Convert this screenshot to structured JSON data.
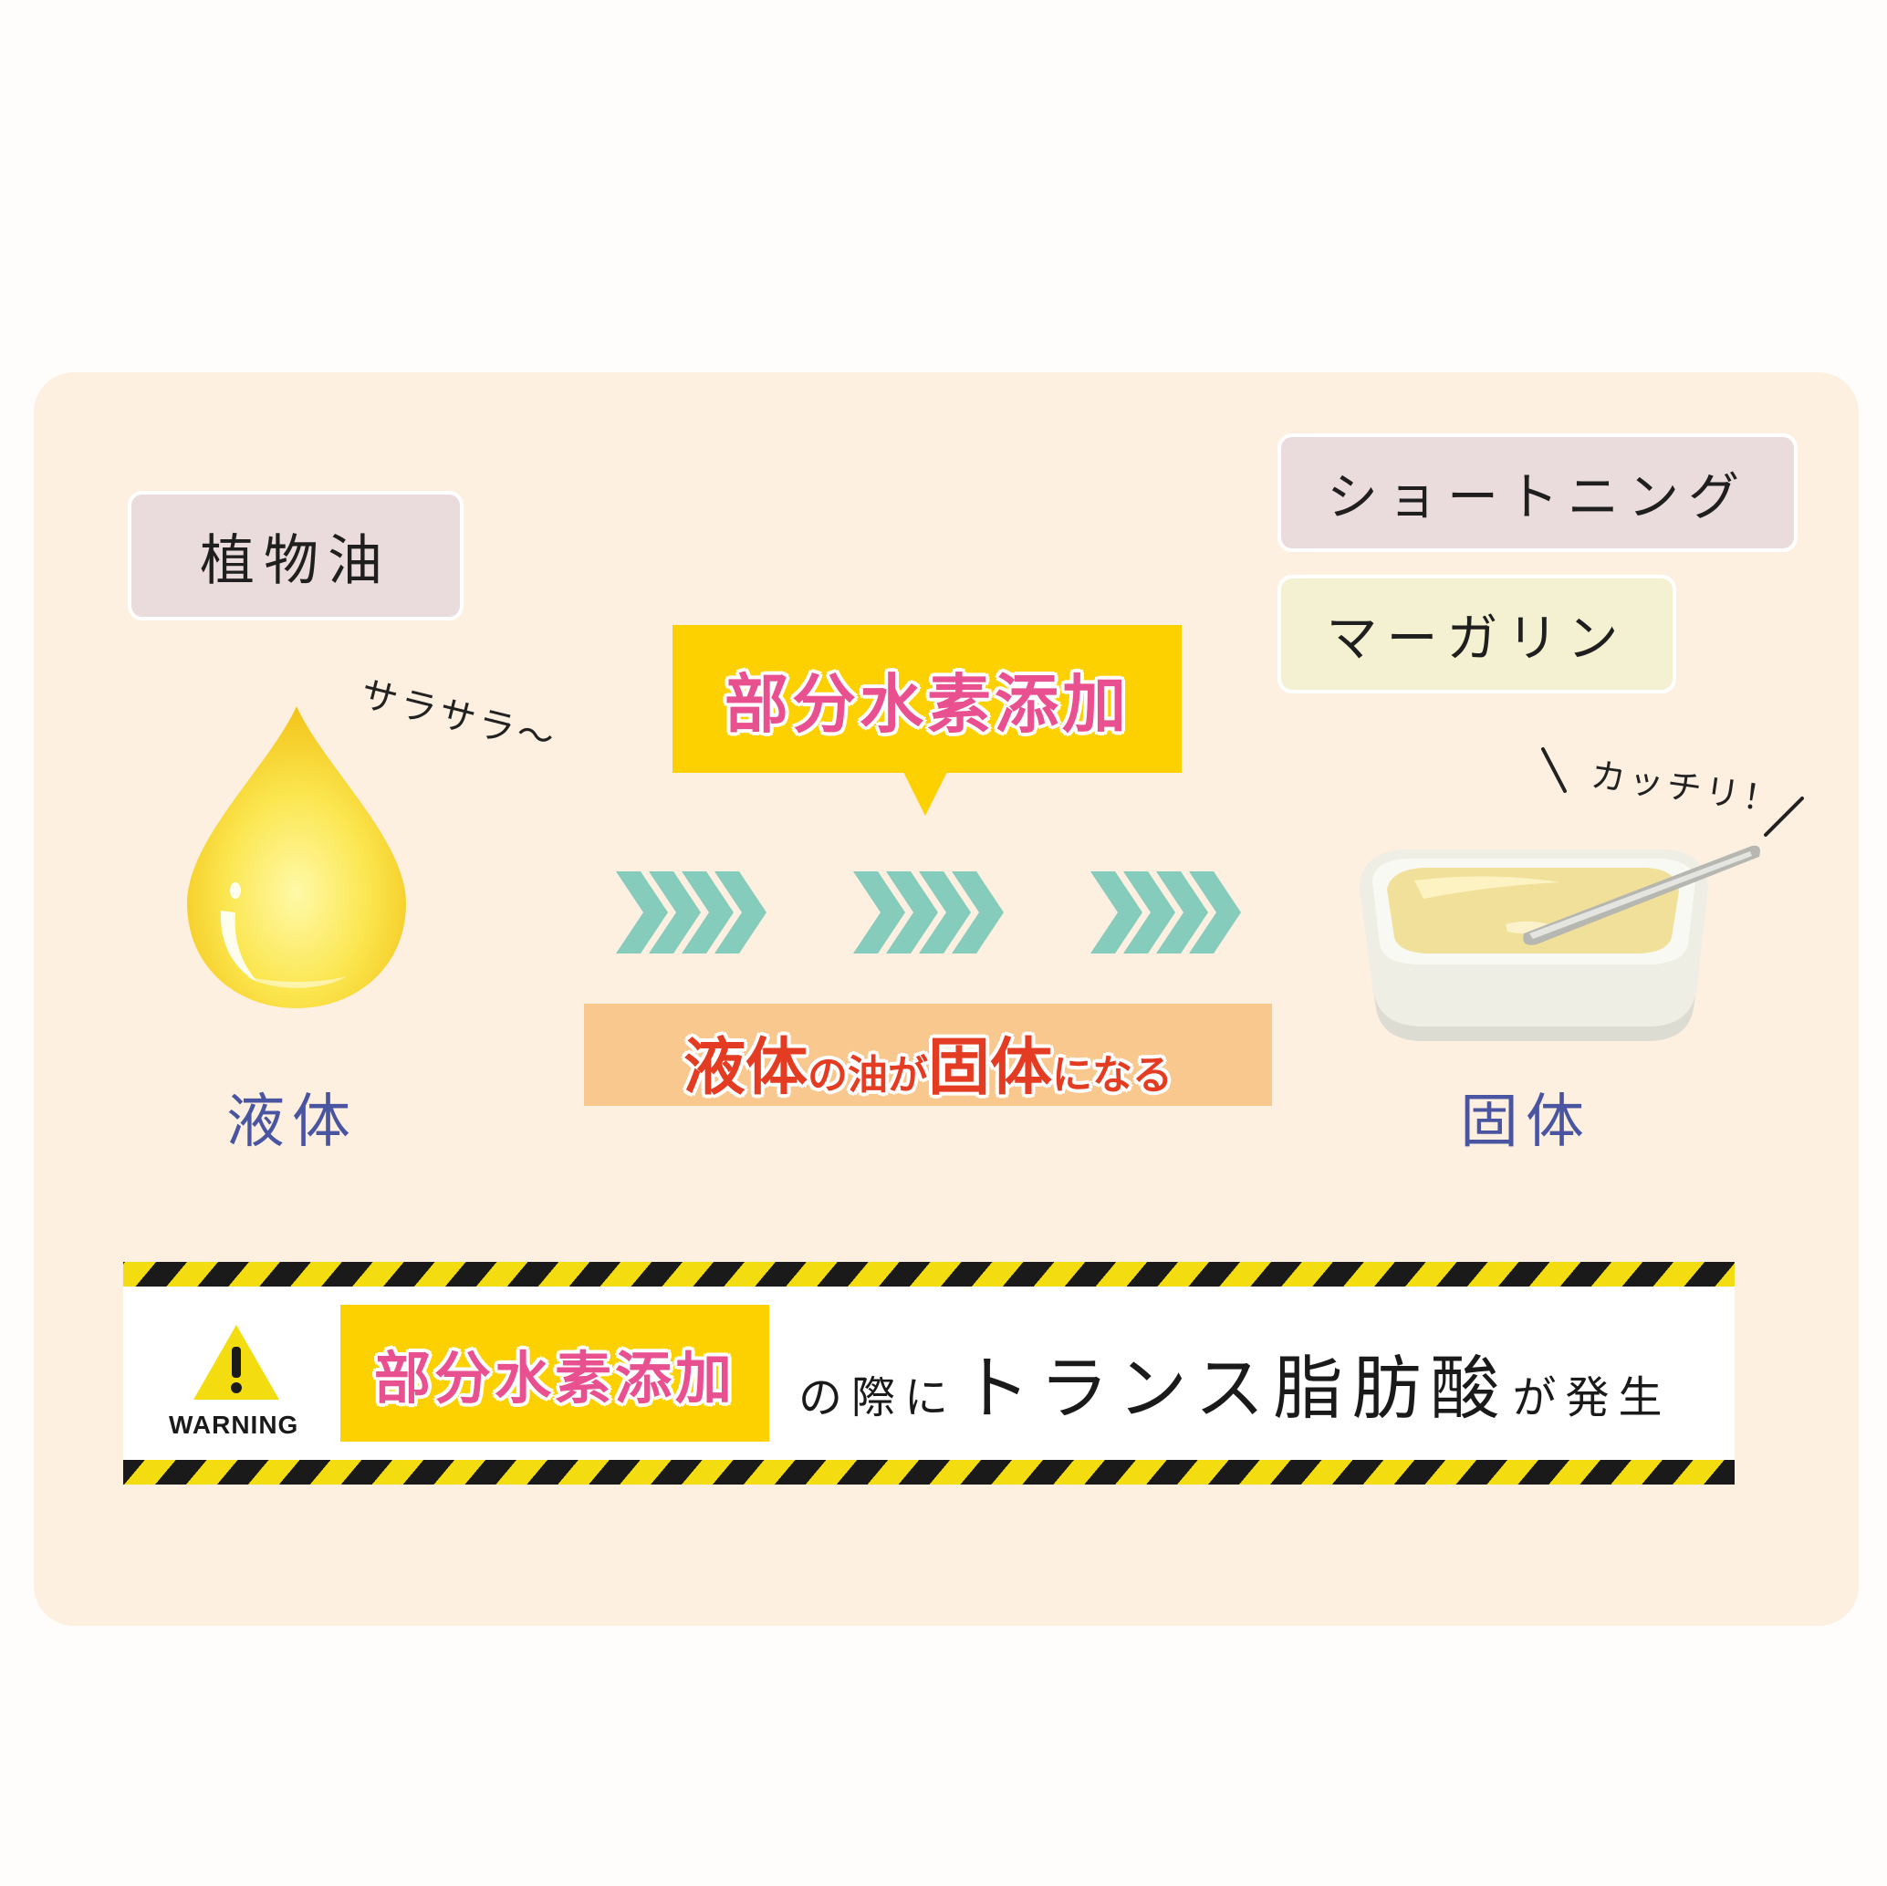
{
  "colors": {
    "card_bg": "#fdf0e1",
    "label_pink": "#eadcdc",
    "label_cream": "#f4f1d2",
    "accent_yellow": "#fdd000",
    "accent_pink": "#e8508f",
    "accent_red": "#e43c22",
    "band_orange": "#f8c88f",
    "state_blue": "#4a55a2",
    "chevron_teal": "#86ccbd"
  },
  "labels": {
    "vegetable_oil": "植物油",
    "shortening": "ショートニング",
    "margarine": "マーガリン",
    "liquid": "液体",
    "solid": "固体",
    "smooth": "サラサラ～",
    "firm": "カッチリ！"
  },
  "process": {
    "hydrogenation": "部分水素添加",
    "result_parts": [
      "液体",
      "の",
      "油",
      "が",
      "固体",
      "になる"
    ]
  },
  "warning": {
    "label": "WARNING",
    "highlight": "部分水素添加",
    "text_pre": "の際に",
    "text_emphasis": "トランス脂肪酸",
    "text_post": "が発生"
  },
  "icons": {
    "oil_drop": "oil-drop-icon",
    "container": "margarine-container-icon",
    "chevron": "chevron-right-icon",
    "warning": "warning-triangle-icon"
  }
}
